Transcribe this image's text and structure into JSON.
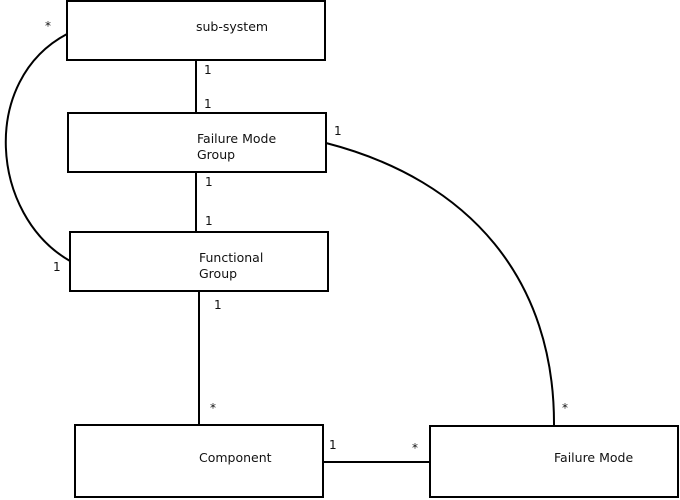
{
  "diagram": {
    "nodes": [
      {
        "id": "subsystem",
        "lines": [
          "sub-system"
        ]
      },
      {
        "id": "fmgroup",
        "lines": [
          "Failure Mode",
          "Group"
        ]
      },
      {
        "id": "funcgroup",
        "lines": [
          "Functional",
          "Group"
        ]
      },
      {
        "id": "component",
        "lines": [
          "Component"
        ]
      },
      {
        "id": "failuremode",
        "lines": [
          "Failure Mode"
        ]
      }
    ],
    "edges": [
      {
        "from": "subsystem",
        "to": "fmgroup",
        "from_mult": "1",
        "to_mult": "1"
      },
      {
        "from": "fmgroup",
        "to": "funcgroup",
        "from_mult": "1",
        "to_mult": "1"
      },
      {
        "from": "funcgroup",
        "to": "component",
        "from_mult": "1",
        "to_mult": "*"
      },
      {
        "from": "component",
        "to": "failuremode",
        "from_mult": "1",
        "to_mult": "*"
      },
      {
        "from": "subsystem",
        "to": "funcgroup",
        "from_mult": "*",
        "to_mult": "1"
      },
      {
        "from": "fmgroup",
        "to": "failuremode",
        "from_mult": "1",
        "to_mult": "*"
      }
    ]
  }
}
